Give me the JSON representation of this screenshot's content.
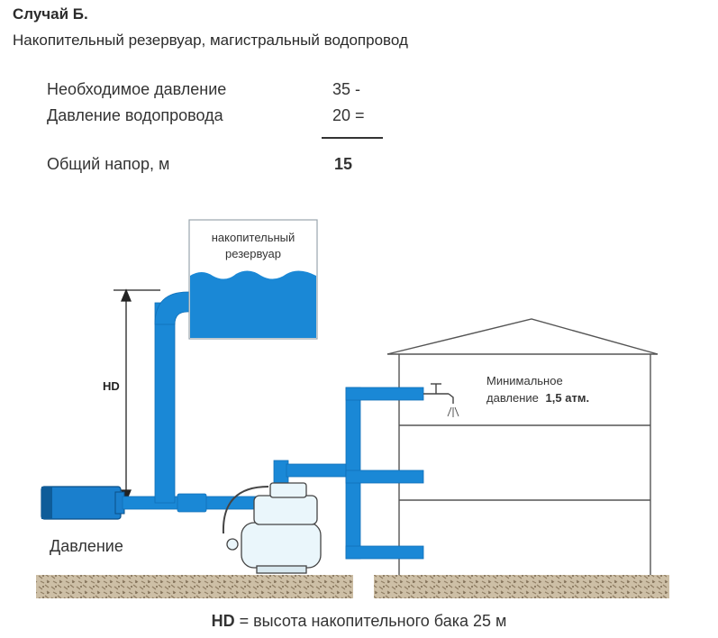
{
  "title": "Случай Б.",
  "subtitle": "Накопительный резервуар, магистральный водопровод",
  "calculation": {
    "rows": [
      {
        "label": "Необходимое давление",
        "value": "35 -"
      },
      {
        "label": "Давление водопровода",
        "value": "20 ="
      }
    ],
    "total_label": "Общий напор, м",
    "total_value": "15"
  },
  "diagram": {
    "tank_label_line1": "накопительный",
    "tank_label_line2": "резервуар",
    "height_label": "HD",
    "source_label": "Давление",
    "tap_note_line1": "Минимальное",
    "tap_note_line2_prefix": "давление",
    "tap_note_line2_value": "1,5 атм."
  },
  "caption": {
    "term": "HD",
    "definition": "= высота накопительного бака 25 м"
  },
  "colors": {
    "water": "#1a88d6",
    "water_dark": "#0f6fb8",
    "outline": "#555555",
    "ground": "#c9b99e"
  }
}
